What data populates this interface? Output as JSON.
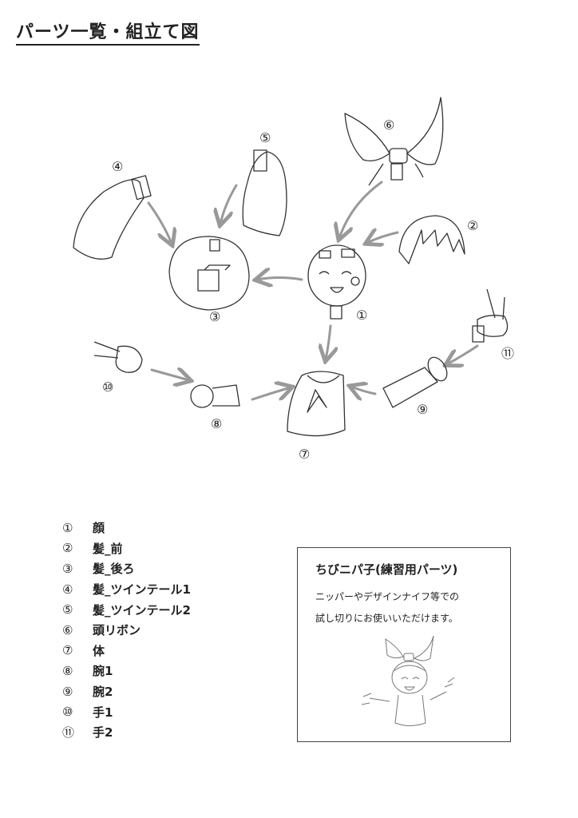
{
  "title": "パーツ一覧・組立て図",
  "diagram": {
    "markers": [
      "①",
      "②",
      "③",
      "④",
      "⑤",
      "⑥",
      "⑦",
      "⑧",
      "⑨",
      "⑩",
      "⑪"
    ]
  },
  "parts": [
    {
      "num": "①",
      "name": "顔"
    },
    {
      "num": "②",
      "name": "髪_前"
    },
    {
      "num": "③",
      "name": "髪_後ろ"
    },
    {
      "num": "④",
      "name": "髪_ツインテール1"
    },
    {
      "num": "⑤",
      "name": "髪_ツインテール2"
    },
    {
      "num": "⑥",
      "name": "頭リボン"
    },
    {
      "num": "⑦",
      "name": "体"
    },
    {
      "num": "⑧",
      "name": "腕1"
    },
    {
      "num": "⑨",
      "name": "腕2"
    },
    {
      "num": "⑩",
      "name": "手1"
    },
    {
      "num": "⑪",
      "name": "手2"
    }
  ],
  "info": {
    "heading": "ちびニパ子(練習用パーツ)",
    "line1": "ニッパーやデザインナイフ等での",
    "line2": "試し切りにお使いいただけます。"
  }
}
